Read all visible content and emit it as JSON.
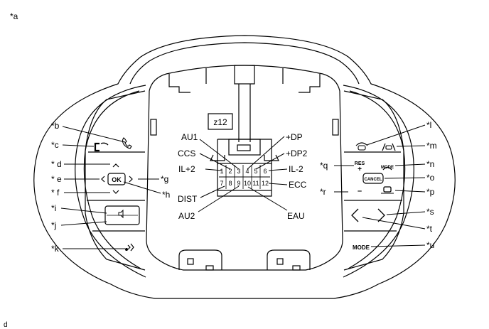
{
  "figure_marks": {
    "top_left": "*a",
    "bottom_left": "d"
  },
  "connector": {
    "name": "z12",
    "pins": [
      "1",
      "2",
      "3",
      "4",
      "5",
      "6",
      "7",
      "8",
      "9",
      "10",
      "11",
      "12"
    ],
    "terminals": {
      "AU1": "AU1",
      "CCS": "CCS",
      "IL2_plus": "IL+2",
      "DIST": "DIST",
      "AU2": "AU2",
      "DP_plus": "+DP",
      "DP2_plus": "+DP2",
      "IL2_minus": "IL-2",
      "ECC": "ECC",
      "EAU": "EAU"
    }
  },
  "callouts": {
    "b": "*b",
    "c": "*c",
    "d": "* d",
    "e": "* e",
    "f": "* f",
    "g": "*g",
    "h": "*h",
    "i": "*i",
    "j": "*j",
    "k": "*k",
    "l": "*l",
    "m": "*m",
    "n": "*n",
    "o": "*o",
    "p": "*p",
    "q": "*q",
    "r": "*r",
    "s": "*s",
    "t": "*t",
    "u": "*u"
  },
  "buttons": {
    "ok": "OK",
    "res": "RES",
    "plus": "+",
    "minus": "–",
    "mode_small": "MODE",
    "cancel": "CANCEL",
    "mode": "MODE"
  },
  "colors": {
    "line": "#000000",
    "background": "#ffffff"
  }
}
